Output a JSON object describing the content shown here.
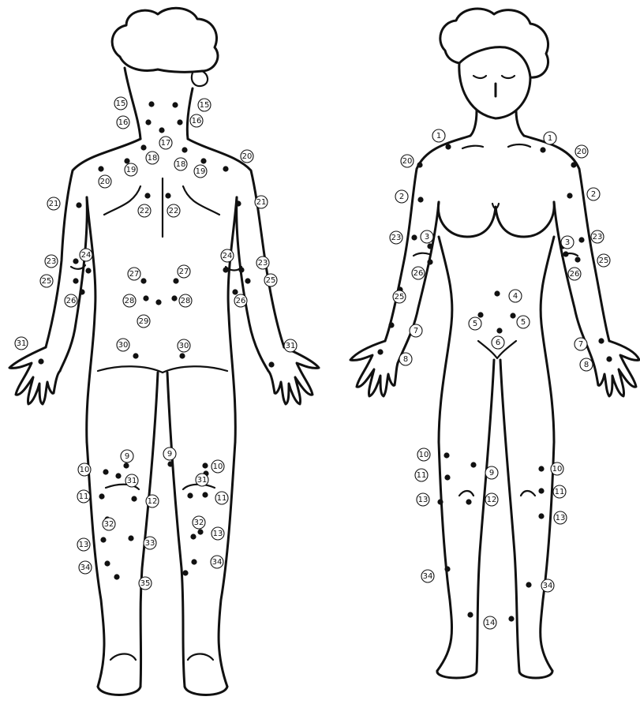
{
  "figures": [
    {
      "id": "back-view",
      "labels": [
        "15",
        "16",
        "15",
        "16",
        "17",
        "18",
        "18",
        "19",
        "19",
        "20",
        "20",
        "21",
        "21",
        "22",
        "22",
        "23",
        "24",
        "25",
        "26",
        "24",
        "23",
        "25",
        "26",
        "27",
        "27",
        "28",
        "28",
        "29",
        "30",
        "30",
        "31",
        "31",
        "9",
        "9",
        "10",
        "31",
        "10",
        "31",
        "11",
        "12",
        "11",
        "32",
        "32",
        "13",
        "33",
        "13",
        "34",
        "35",
        "34"
      ]
    },
    {
      "id": "front-view",
      "labels": [
        "1",
        "1",
        "20",
        "20",
        "2",
        "2",
        "23",
        "3",
        "26",
        "25",
        "3",
        "23",
        "25",
        "26",
        "4",
        "5",
        "5",
        "6",
        "7",
        "8",
        "7",
        "8",
        "10",
        "11",
        "9",
        "10",
        "13",
        "12",
        "11",
        "13",
        "34",
        "34",
        "14"
      ]
    }
  ]
}
